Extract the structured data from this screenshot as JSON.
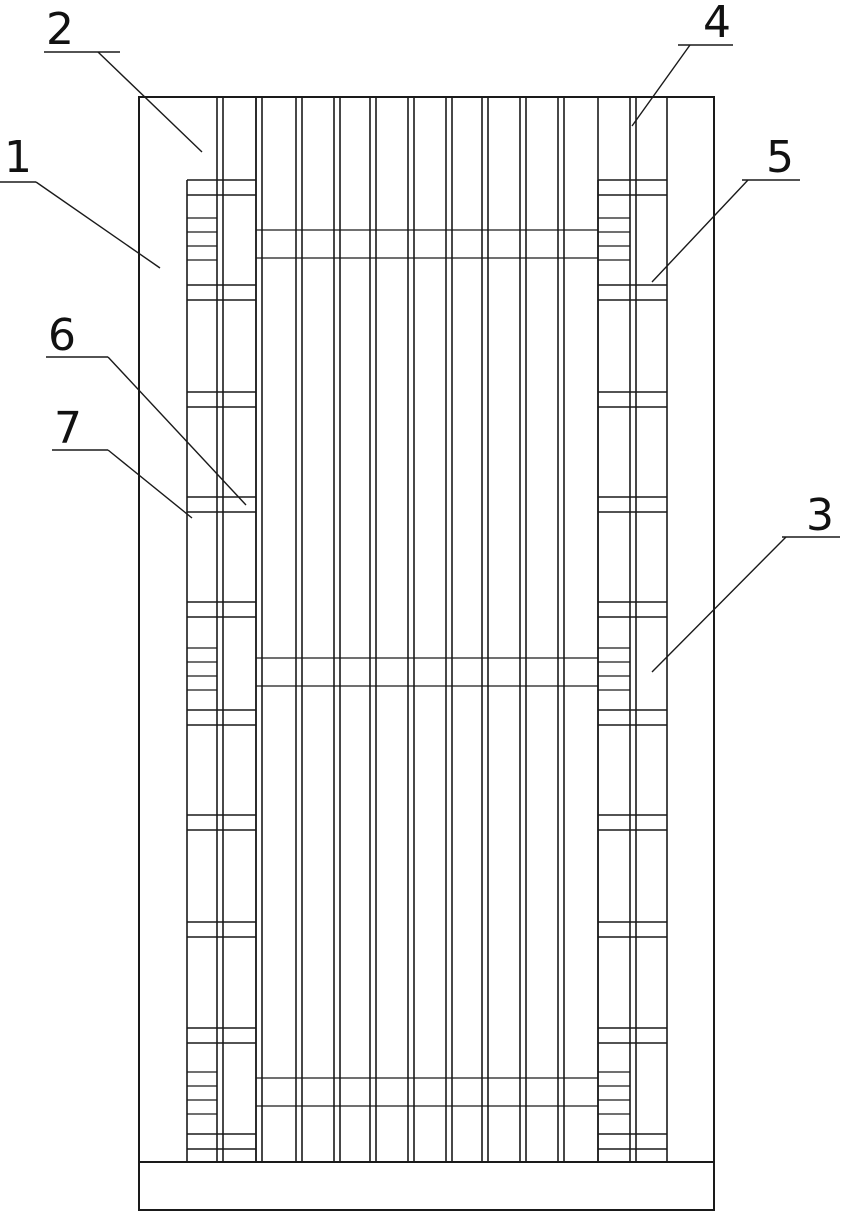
{
  "labels": {
    "l1": "1",
    "l2": "2",
    "l3": "3",
    "l4": "4",
    "l5": "5",
    "l6": "6",
    "l7": "7"
  },
  "colors": {
    "stroke": "#1a1a1a",
    "background": "#ffffff"
  }
}
